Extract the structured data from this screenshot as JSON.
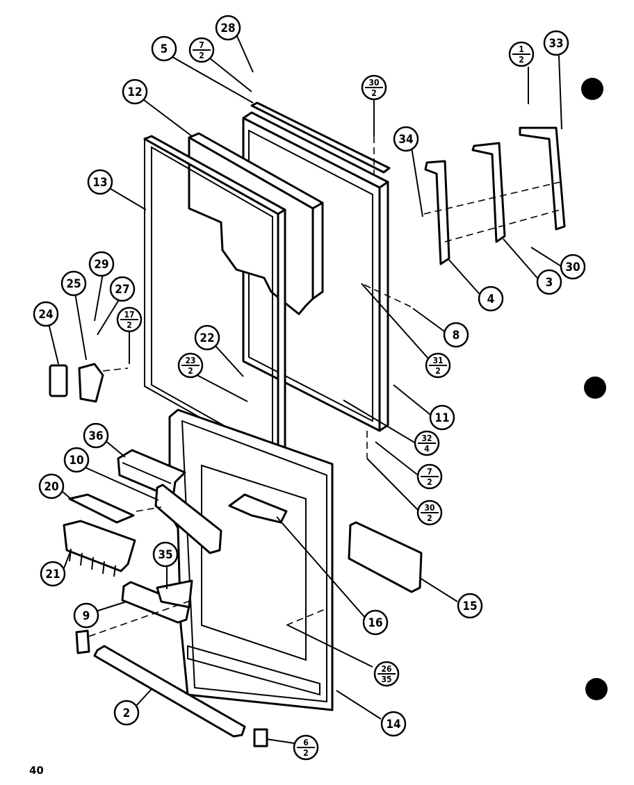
{
  "page_number": "40",
  "callouts": [
    {
      "id": "c28",
      "label": "28"
    },
    {
      "id": "c5",
      "label": "5"
    },
    {
      "id": "c7a",
      "num": "7",
      "den": "2"
    },
    {
      "id": "c30a",
      "num": "30",
      "den": "2"
    },
    {
      "id": "c1",
      "num": "1",
      "den": "2"
    },
    {
      "id": "c33",
      "label": "33"
    },
    {
      "id": "c12",
      "label": "12"
    },
    {
      "id": "c34",
      "label": "34"
    },
    {
      "id": "c13",
      "label": "13"
    },
    {
      "id": "c30",
      "label": "30"
    },
    {
      "id": "c3",
      "label": "3"
    },
    {
      "id": "c4",
      "label": "4"
    },
    {
      "id": "c29",
      "label": "29"
    },
    {
      "id": "c25",
      "label": "25"
    },
    {
      "id": "c27",
      "label": "27"
    },
    {
      "id": "c24",
      "label": "24"
    },
    {
      "id": "c17",
      "num": "17",
      "den": "2"
    },
    {
      "id": "c8",
      "label": "8"
    },
    {
      "id": "c31",
      "num": "31",
      "den": "2"
    },
    {
      "id": "c22",
      "label": "22"
    },
    {
      "id": "c23",
      "num": "23",
      "den": "2"
    },
    {
      "id": "c11",
      "label": "11"
    },
    {
      "id": "c32",
      "num": "32",
      "den": "4"
    },
    {
      "id": "c36",
      "label": "36"
    },
    {
      "id": "c7b",
      "num": "7",
      "den": "2"
    },
    {
      "id": "c10",
      "label": "10"
    },
    {
      "id": "c30b",
      "num": "30",
      "den": "2"
    },
    {
      "id": "c20",
      "label": "20"
    },
    {
      "id": "c35",
      "label": "35"
    },
    {
      "id": "c21",
      "label": "21"
    },
    {
      "id": "c15",
      "label": "15"
    },
    {
      "id": "c9",
      "label": "9"
    },
    {
      "id": "c16",
      "label": "16"
    },
    {
      "id": "c26",
      "num": "26",
      "den": "35"
    },
    {
      "id": "c2",
      "label": "2"
    },
    {
      "id": "c14",
      "label": "14"
    },
    {
      "id": "c6",
      "num": "6",
      "den": "2"
    }
  ]
}
